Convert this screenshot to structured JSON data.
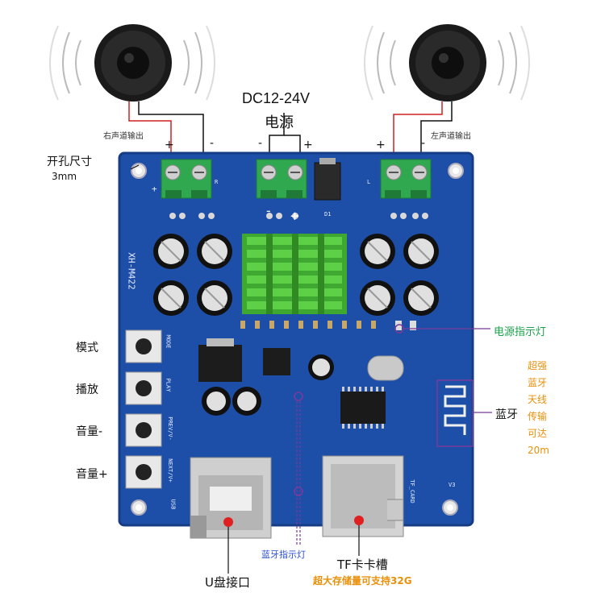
{
  "labels": {
    "power_voltage": "DC12-24V",
    "power_name": "电源",
    "right_output": "右声道输出",
    "left_output": "左声道输出",
    "hole_size_title": "开孔尺寸",
    "hole_size_value": "3mm",
    "mode": "模式",
    "play": "播放",
    "vol_down": "音量-",
    "vol_up": "音量+",
    "power_led": "电源指示灯",
    "bluetooth": "蓝牙",
    "bt_led": "蓝牙指示灯",
    "usb_port": "U盘接口",
    "tf_slot": "TF卡卡槽",
    "tf_capacity": "超大存储量可支持32G",
    "antenna_lines": [
      "超强",
      "蓝牙",
      "天线",
      "传输",
      "可达",
      "20m"
    ],
    "plus": "+",
    "minus": "-"
  },
  "silkscreen": {
    "model": "XH-M422",
    "mode": "MODE",
    "play": "PLAY",
    "prev": "PREV/V-",
    "next": "NEXT/V+",
    "usb": "USB",
    "tf": "TF_CARD",
    "r": "R",
    "l": "L",
    "d1": "D1",
    "version": "V3"
  },
  "colors": {
    "pcb": "#1e4fa8",
    "terminal": "#2fa84f",
    "heatsink": "#4cc83a",
    "power_led": "#1aa34a",
    "orange_text": "#e8900a",
    "callout": "#7a3a9a"
  }
}
